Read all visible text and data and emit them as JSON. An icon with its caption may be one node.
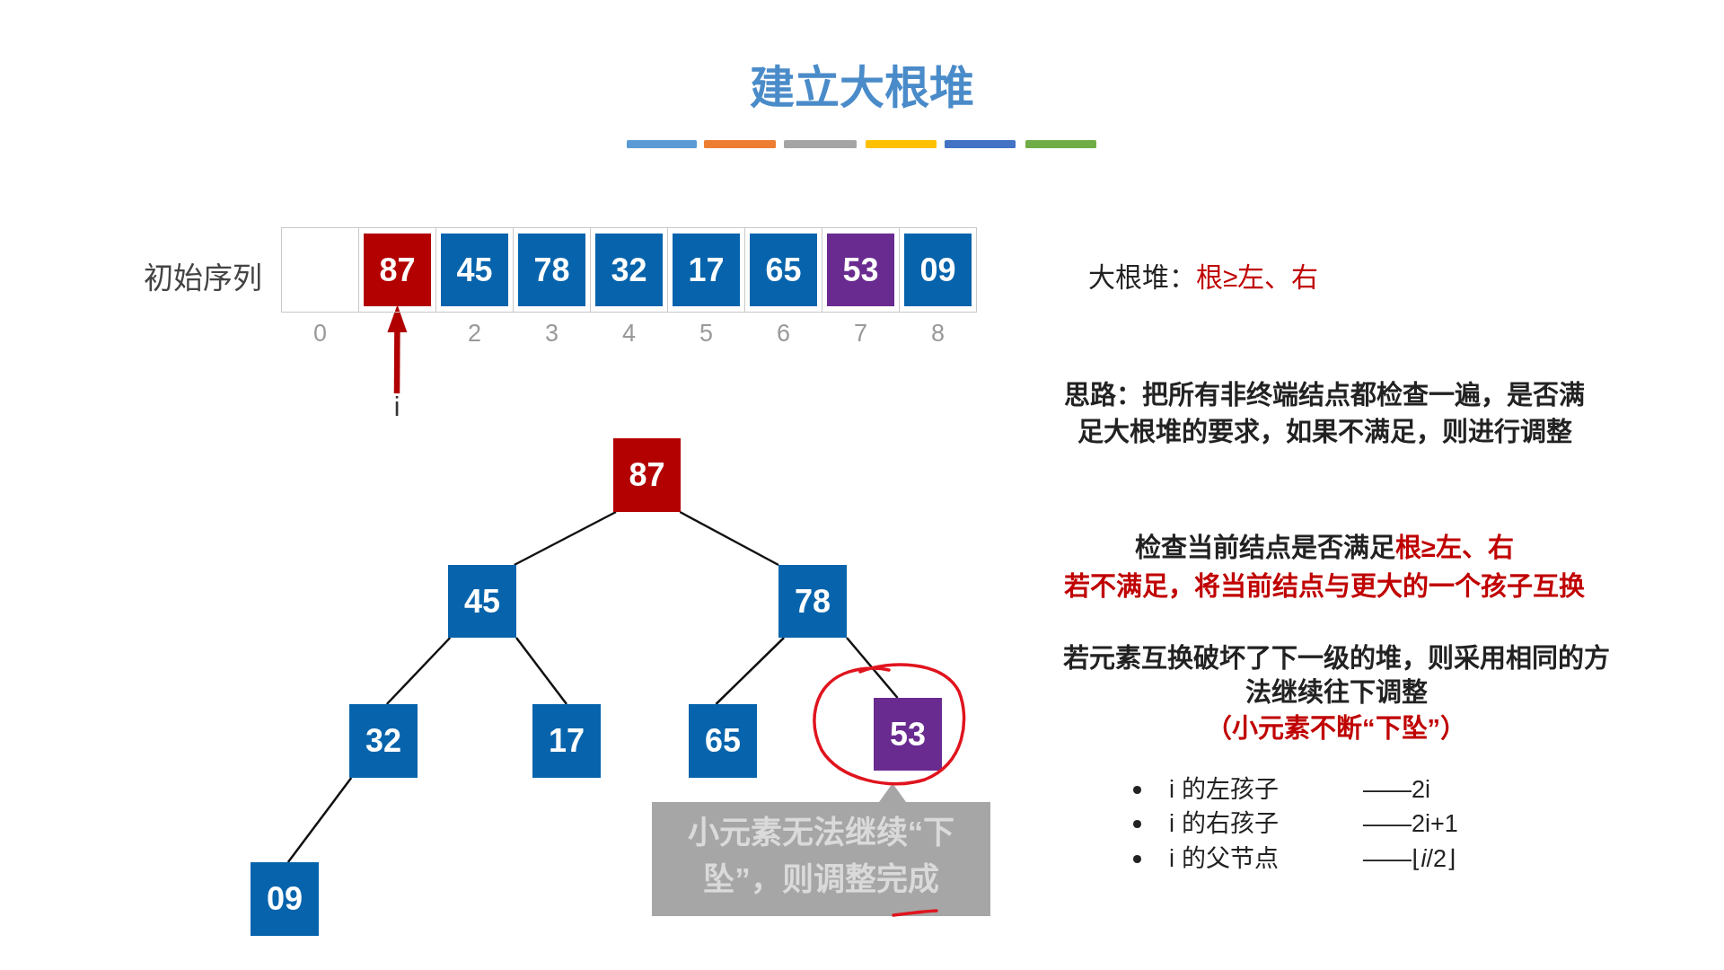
{
  "diagram": {
    "title": "建立大根堆",
    "nodes": [
      {
        "text": [],
        "shape": "box"
      },
      {
        "text": [
          "87"
        ]
      },
      {
        "text": [
          "45"
        ]
      },
      {
        "text": [
          "78"
        ]
      },
      {
        "text": [
          "32"
        ]
      },
      {
        "text": [
          "17"
        ]
      },
      {
        "text": [
          "65"
        ]
      },
      {
        "text": [
          "53"
        ]
      },
      {
        "text": [
          "09"
        ]
      },
      {
        "text": [
          "i"
        ]
      },
      {
        "text": [
          "87"
        ]
      },
      {
        "text": [
          "45"
        ]
      },
      {
        "text": [
          "78"
        ]
      },
      {
        "text": [
          "32"
        ]
      },
      {
        "text": [
          "17"
        ]
      },
      {
        "text": [
          "65"
        ]
      },
      {
        "text": [
          "53"
        ]
      },
      {
        "text": [
          "09"
        ]
      },
      {
        "text": [
          "小元素无法继续“下坠”，则调整完成"
        ]
      }
    ],
    "edges": [
      {
        "from": 9,
        "to": 1,
        "arrow": "to",
        "style": "thick",
        "color": "#b00000"
      },
      {
        "from": 10,
        "to": 11,
        "arrow": "none"
      },
      {
        "from": 10,
        "to": 12,
        "arrow": "none"
      },
      {
        "from": 11,
        "to": 13,
        "arrow": "none"
      },
      {
        "from": 11,
        "to": 14,
        "arrow": "none"
      },
      {
        "from": 12,
        "to": 15,
        "arrow": "none"
      },
      {
        "from": 12,
        "to": 16,
        "arrow": "none"
      },
      {
        "from": 13,
        "to": 17,
        "arrow": "none"
      }
    ],
    "labels": [
      "初始序列",
      "0",
      "2",
      "3",
      "4",
      "5",
      "6",
      "7",
      "8",
      "大根堆：",
      "根≥左、右",
      "思路：把所有非终端结点都检查一遍，是否满足大根堆的要求，如果不满足，则进行调整",
      "检查当前结点是否满足",
      "根≥左、右",
      "若不满足，将当前结点与更大的一个孩子互换",
      "若元素互换破坏了下一级的堆，则采用相同的方法继续往下调整",
      "（小元素不断“下坠”）",
      "i 的左孩子",
      "——2i",
      "i 的右孩子",
      "——2i+1",
      "i 的父节点",
      "——⌊*i*/2⌋"
    ]
  }
}
